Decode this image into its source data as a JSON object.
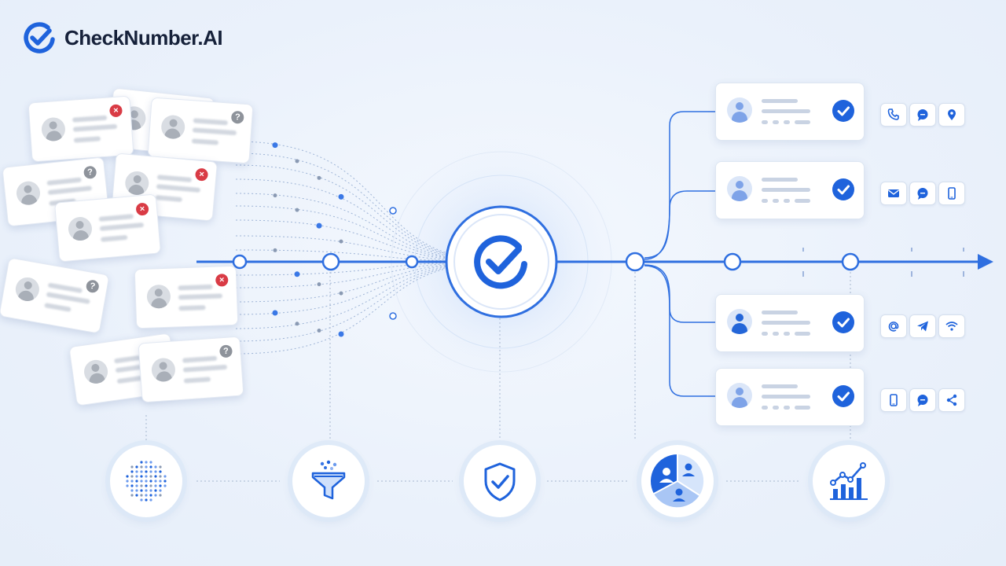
{
  "brand": {
    "name": "CheckNumber.AI",
    "accent": "#1f63dc"
  },
  "colors": {
    "accent": "#1f63dc",
    "invalid": "#d93b45",
    "unknown": "#8e939b",
    "line": "#2f6fe0"
  },
  "input_cards": [
    {
      "status": "unknown",
      "status_glyph": "?"
    },
    {
      "status": "unknown",
      "status_glyph": "?"
    },
    {
      "status": "invalid",
      "status_glyph": "×"
    },
    {
      "status": "invalid",
      "status_glyph": "×"
    },
    {
      "status": "unknown",
      "status_glyph": "?"
    },
    {
      "status": "invalid",
      "status_glyph": "×"
    },
    {
      "status": "invalid",
      "status_glyph": "×"
    },
    {
      "status": "unknown",
      "status_glyph": "?"
    },
    {
      "status": "unknown",
      "status_glyph": "?"
    },
    {
      "status": "unknown",
      "status_glyph": "?"
    }
  ],
  "verified_contacts": [
    {
      "channels": [
        "phone-icon",
        "chat-icon",
        "location-pin-icon"
      ]
    },
    {
      "channels": [
        "mail-icon",
        "chat-icon",
        "mobile-icon"
      ]
    },
    {
      "channels": [
        "at-sign-icon",
        "send-icon",
        "wifi-icon"
      ]
    },
    {
      "channels": [
        "mobile-icon",
        "chat-icon",
        "share-icon"
      ]
    }
  ],
  "stages": [
    {
      "icon": "raw-data-dots-icon"
    },
    {
      "icon": "filter-funnel-icon"
    },
    {
      "icon": "shield-check-icon"
    },
    {
      "icon": "segmentation-pie-icon"
    },
    {
      "icon": "growth-chart-icon"
    }
  ],
  "central_node": {
    "icon": "verification-check-icon"
  }
}
